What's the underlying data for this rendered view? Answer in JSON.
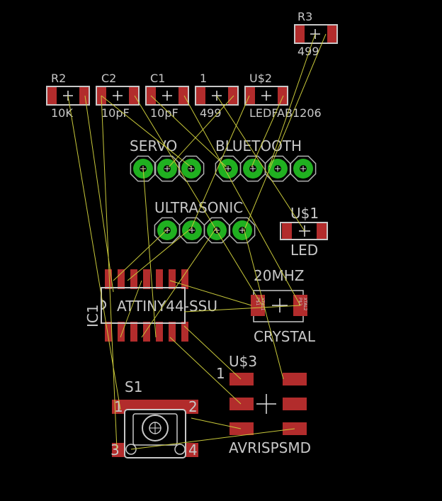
{
  "title": "",
  "colors": {
    "background": "#000000",
    "copper_pad": "#b22c2c",
    "silkscreen": "#c8c8c8",
    "ratsnest": "#c8c83a",
    "tht_pad": "#20b020"
  },
  "components": {
    "r3": {
      "name": "R3",
      "value": "499"
    },
    "r2": {
      "name": "R2",
      "value": "10K"
    },
    "c2": {
      "name": "C2",
      "value": "10pF"
    },
    "c1": {
      "name": "C1",
      "value": "10pF"
    },
    "r1": {
      "name": "1",
      "value": "499"
    },
    "u2": {
      "name": "U$2",
      "value": "LEDFAB1206"
    },
    "servo": {
      "name": "SERVO"
    },
    "bluetooth": {
      "name": "BLUETOOTH"
    },
    "ultrasonic": {
      "name": "ULTRASONIC"
    },
    "u1": {
      "name": "U$1",
      "value": "LED"
    },
    "crystal": {
      "name": "20MHZ",
      "value": "CRYSTAL",
      "pad1": "XTAL1",
      "pad2": "XTAL2",
      "pad1_prefix": "P$1",
      "pad2_prefix": "P$2"
    },
    "ic1": {
      "name": "IC1",
      "value": "ATTINY44-SSU"
    },
    "u3": {
      "name": "U$3",
      "value": "AVRISPSMD",
      "pin1": "1"
    },
    "s1": {
      "name": "S1",
      "pins": [
        "1",
        "2",
        "3",
        "4"
      ]
    }
  }
}
